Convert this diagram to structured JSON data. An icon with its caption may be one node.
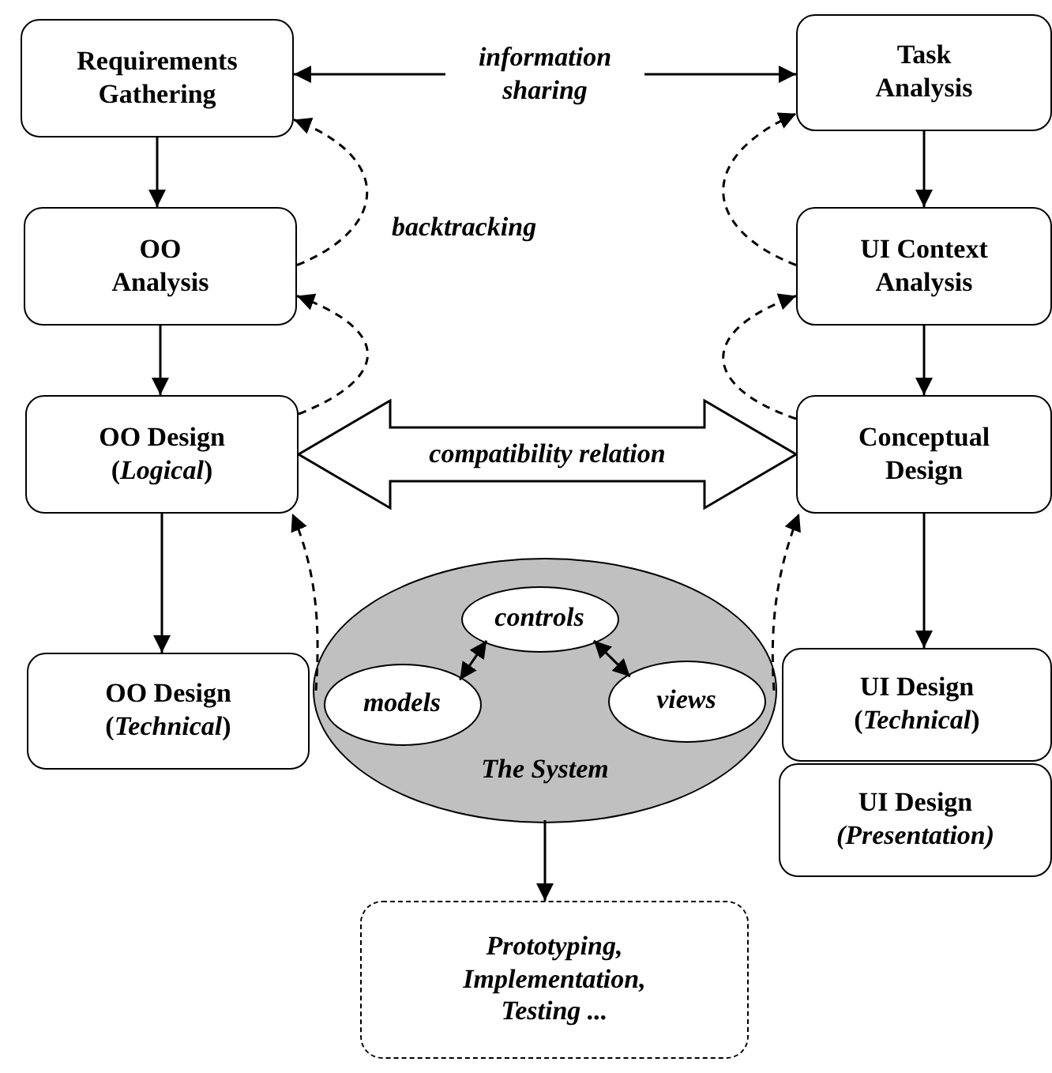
{
  "diagram": {
    "nodes": [
      {
        "text": [
          "Requirements Gathering"
        ]
      },
      {
        "text": [
          "Task Analysis"
        ]
      },
      {
        "text": [
          "OO Analysis"
        ]
      },
      {
        "text": [
          "UI Context Analysis"
        ]
      },
      {
        "text": [
          "OO Design",
          "(*Logical*)"
        ]
      },
      {
        "text": [
          "Conceptual Design"
        ]
      },
      {
        "text": [
          "The System"
        ]
      },
      {
        "text": [
          "controls"
        ],
        "in": 6
      },
      {
        "text": [
          "models"
        ],
        "in": 6
      },
      {
        "text": [
          "views"
        ],
        "in": 6
      },
      {
        "text": [
          "OO Design",
          "(*Technical*)"
        ]
      },
      {
        "text": [
          "UI Design",
          "(*Technical*)"
        ]
      },
      {
        "text": [
          "UI Design",
          "*(Presentation)*"
        ]
      },
      {
        "text": [
          "Prototyping, Implementation, Testing ..."
        ]
      }
    ],
    "edges": [
      {
        "from": 0,
        "to": 1,
        "arrow": "both",
        "label": "information sharing"
      },
      {
        "from": 0,
        "to": 2,
        "arrow": "to"
      },
      {
        "from": 2,
        "to": 4,
        "arrow": "to"
      },
      {
        "from": 4,
        "to": 10,
        "arrow": "to"
      },
      {
        "from": 1,
        "to": 3,
        "arrow": "to"
      },
      {
        "from": 3,
        "to": 5,
        "arrow": "to"
      },
      {
        "from": 5,
        "to": 11,
        "arrow": "to"
      },
      {
        "from": 2,
        "to": 0,
        "arrow": "to",
        "style": "dashed"
      },
      {
        "from": 4,
        "to": 2,
        "arrow": "to",
        "style": "dashed"
      },
      {
        "from": 6,
        "to": 4,
        "arrow": "to",
        "style": "dashed"
      },
      {
        "from": 3,
        "to": 1,
        "arrow": "to",
        "style": "dashed"
      },
      {
        "from": 5,
        "to": 3,
        "arrow": "to",
        "style": "dashed"
      },
      {
        "from": 6,
        "to": 5,
        "arrow": "to",
        "style": "dashed"
      },
      {
        "from": 4,
        "to": 5,
        "arrow": "both",
        "style": "thick",
        "label": "compatibility relation"
      },
      {
        "from": 8,
        "to": 7,
        "arrow": "both"
      },
      {
        "from": 7,
        "to": 9,
        "arrow": "both"
      },
      {
        "from": 6,
        "to": 13,
        "arrow": "to"
      }
    ],
    "labels": [
      "backtracking"
    ]
  }
}
